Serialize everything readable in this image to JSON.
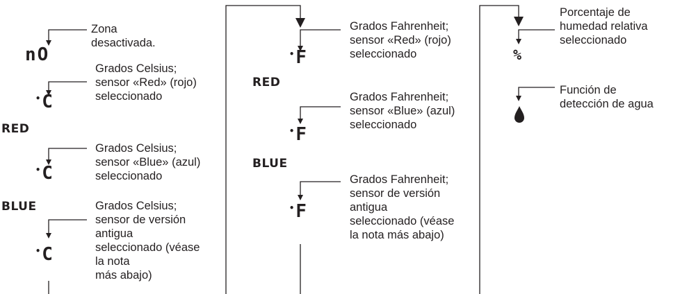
{
  "colors": {
    "ink": "#231f20",
    "background": "#ffffff"
  },
  "column1": {
    "zone_off": {
      "display": "nO",
      "label": "Zona\ndesactivada."
    },
    "celsius_red": {
      "display": "C",
      "label": "Grados Celsius;\nsensor «Red» (rojo)\nseleccionado"
    },
    "red_word": "RED",
    "celsius_blue": {
      "display": "C",
      "label": "Grados Celsius;\nsensor «Blue» (azul)\nseleccionado"
    },
    "blue_word": "BLUE",
    "celsius_old": {
      "display": "C",
      "label": "Grados Celsius;\nsensor de versión\nantigua\nseleccionado (véase\nla nota\nmás abajo)"
    }
  },
  "column2": {
    "fahrenheit_red": {
      "display": "F",
      "label": "Grados Fahrenheit;\nsensor «Red» (rojo)\nseleccionado"
    },
    "red_word": "RED",
    "fahrenheit_blue": {
      "display": "F",
      "label": "Grados Fahrenheit;\nsensor «Blue» (azul)\nseleccionado"
    },
    "blue_word": "BLUE",
    "fahrenheit_old": {
      "display": "F",
      "label": "Grados Fahrenheit;\nsensor de versión\nantigua\nseleccionado (véase\nla nota más abajo)"
    }
  },
  "column3": {
    "humidity": {
      "display": "%",
      "label": "Porcentaje de\nhumedad relativa\nseleccionado"
    },
    "water": {
      "icon": "water-drop-icon",
      "label": "Función de\ndetección de agua"
    }
  }
}
